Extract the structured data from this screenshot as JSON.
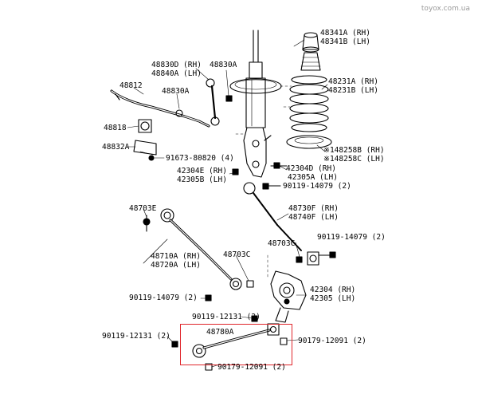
{
  "watermark": "toyox.com.ua",
  "highlight_color": "#e0262b",
  "labels": {
    "p48341A": "48341A (RH)",
    "p48341B": "48341B (LH)",
    "p48830D": "48830D (RH)",
    "p48840A": "48840A (LH)",
    "p48830A_top": "48830A",
    "p48812": "48812",
    "p48830A_mid": "48830A",
    "p48231A": "48231A (RH)",
    "p48231B": "48231B (LH)",
    "p48818": "48818",
    "p48832A": "48832A",
    "p91673": "91673-80820 (4)",
    "p48258B": "※148258B (RH)",
    "p48258C": "※148258C (LH)",
    "p42304D": "42304D (RH)",
    "p42304E": "42304E (RH)",
    "p42305A": "42305A (LH)",
    "p42305B": "42305B (LH)",
    "p90119_14079_a": "90119-14079 (2)",
    "p48703E": "48703E",
    "p48730F": "48730F (RH)",
    "p48740F": "48740F (LH)",
    "p90119_14079_b": "90119-14079 (2)",
    "p48703C_r": "48703C",
    "p48710A": "48710A (RH)",
    "p48720A": "48720A (LH)",
    "p48703C_l": "48703C",
    "p42304": "42304 (RH)",
    "p42305": "42305 (LH)",
    "p90119_14079_c": "90119-14079 (2)",
    "p90119_12131_a": "90119-12131 (2)",
    "p48780A": "48780A",
    "p90119_12131_b": "90119-12131 (2)",
    "p90179_12091_a": "90179-12091 (2)",
    "p90179_12091_b": "90179-12091 (2)"
  }
}
